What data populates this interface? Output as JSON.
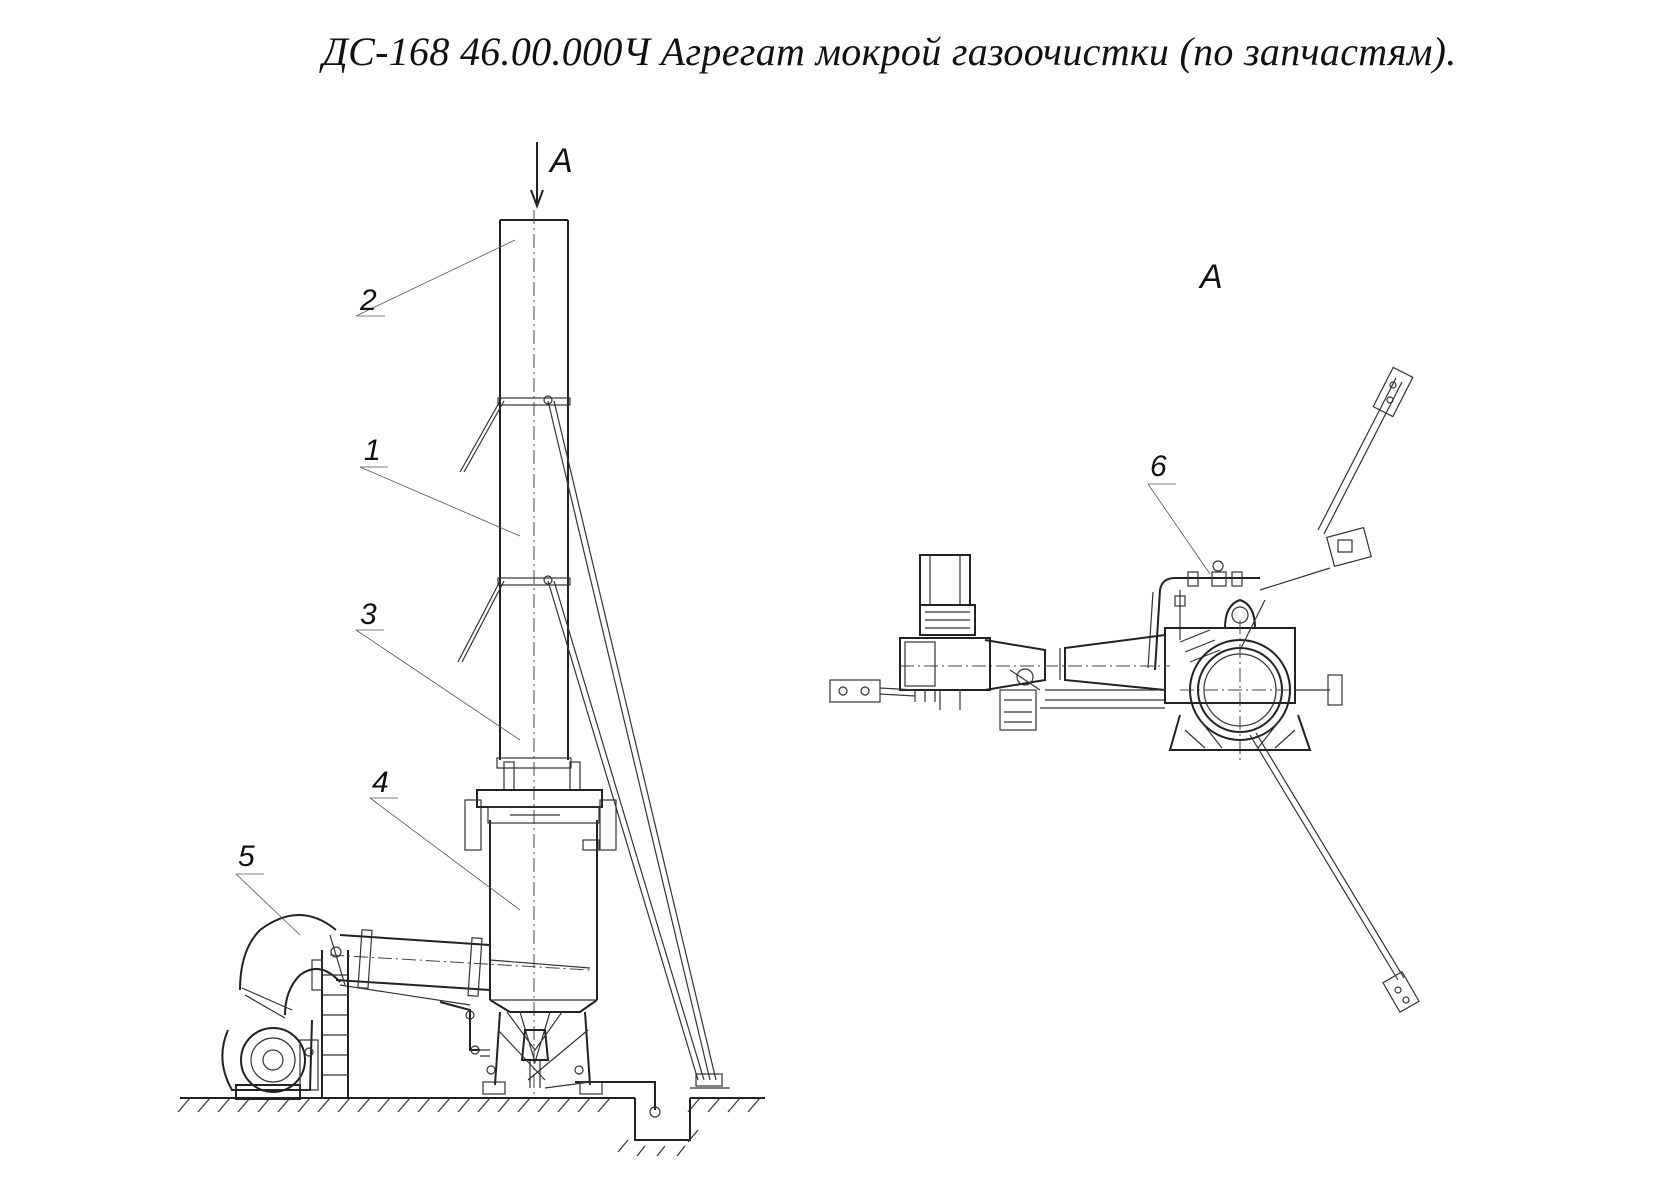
{
  "title": "ДС-168 46.00.000Ч Агрегат мокрой газоочистки (по запчастям).",
  "view_arrow_label": "А",
  "view_label": "А",
  "callouts": {
    "c1": "1",
    "c2": "2",
    "c3": "3",
    "c4": "4",
    "c5": "5",
    "c6": "6"
  }
}
